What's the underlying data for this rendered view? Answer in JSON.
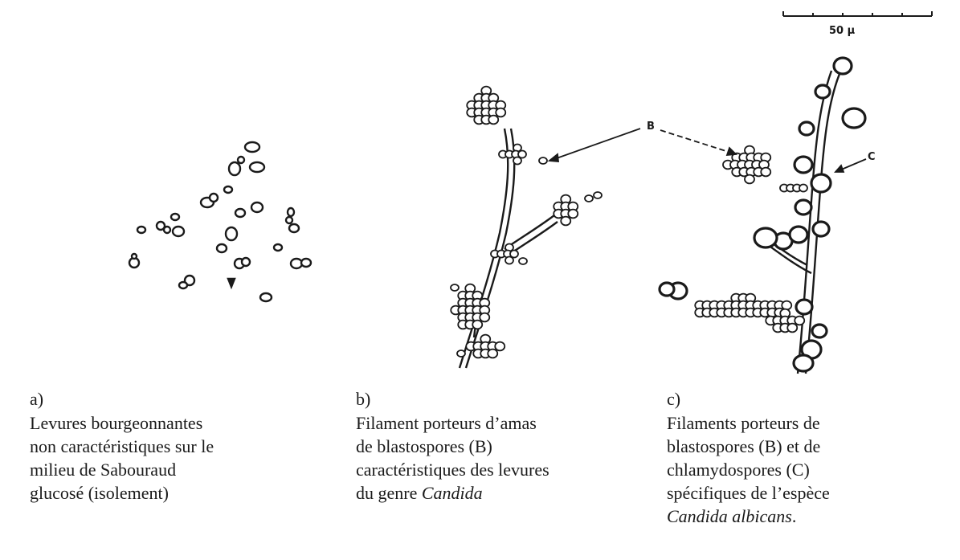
{
  "scale_bar": {
    "label": "50 µ"
  },
  "markers": {
    "b": "B",
    "c": "C"
  },
  "captions": {
    "a": {
      "letter": "a)",
      "lines": [
        "Levures bourgeonnantes",
        "non caractéristiques sur le",
        "milieu de Sabouraud",
        "glucosé (isolement)"
      ]
    },
    "b": {
      "letter": "b)",
      "lines": [
        "Filament porteurs d’amas",
        "de blastospores (B)",
        "caractéristiques des levures"
      ],
      "last_line_prefix": "du genre ",
      "last_line_italic": "Candida"
    },
    "c": {
      "letter": "c)",
      "lines": [
        "Filaments porteurs de",
        "blastospores (B) et de",
        "chlamydospores (C)",
        "spécifiques de l’espèce"
      ],
      "last_line_italic": "Candida albicans",
      "last_line_suffix": "."
    }
  },
  "colors": {
    "ink": "#1a1a1a",
    "background": "#ffffff"
  }
}
